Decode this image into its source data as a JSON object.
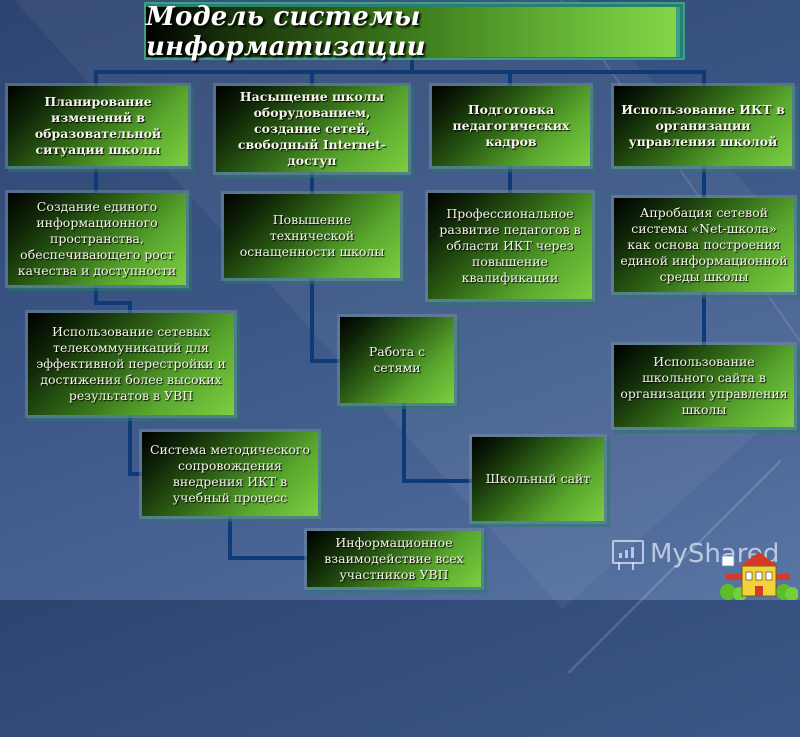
{
  "title": "Модель системы информатизации",
  "columns": [
    {
      "header": "Планирование изменений в образовательной ситуации школы",
      "items": [
        "Создание единого информационного пространства, обеспечивающего рост качества и доступности",
        "Использование сетевых телекоммуникаций для эффективной перестройки и достижения более высоких результатов в УВП",
        "Система методического сопровождения внедрения ИКТ в учебный процесс",
        "Информационное взаимодействие всех участников УВП"
      ]
    },
    {
      "header": "Насыщение школы оборудованием, создание сетей, свободный Internet-доступ",
      "items": [
        "Повышение технической оснащенности школы",
        "Работа с сетями",
        "Школьный сайт"
      ]
    },
    {
      "header": "Подготовка педагогических кадров",
      "items": [
        "Профессиональное развитие педагогов в области ИКТ через повышение квалификации"
      ]
    },
    {
      "header": "Использование ИКТ в организации управления школой",
      "items": [
        "Апробация сетевой системы «Net-школа» как основа построения единой информационной среды школы",
        "Использование школьного сайта в организации управления школы"
      ]
    }
  ],
  "watermark": {
    "text": "MyShared",
    "icon": "presentation-board-icon"
  },
  "colors": {
    "background": "#3b5686",
    "connector": "#0f3a78",
    "box_dark": "#000000",
    "box_light": "#7cce40",
    "title_frame": "#2a7f6f"
  }
}
